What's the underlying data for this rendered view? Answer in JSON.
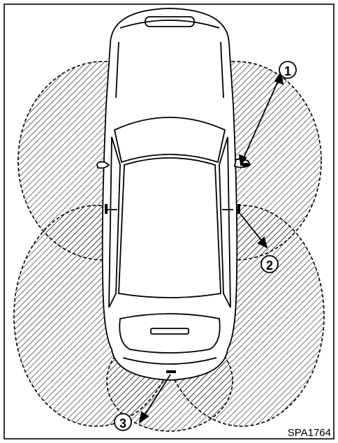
{
  "figure": {
    "code": "SPA1764",
    "callouts": [
      {
        "id": "1",
        "label": "①"
      },
      {
        "id": "2",
        "label": "②"
      },
      {
        "id": "3",
        "label": "③"
      }
    ]
  }
}
